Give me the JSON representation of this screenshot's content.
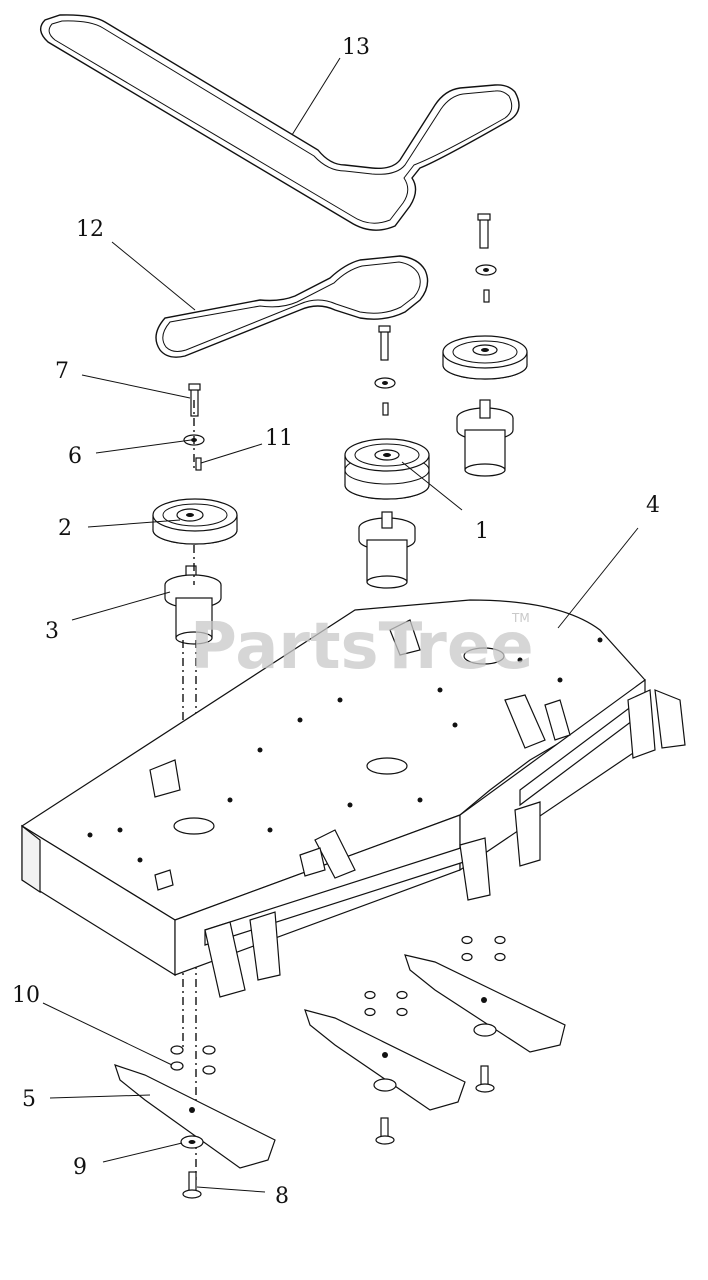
{
  "watermark": {
    "text": "PartsTree",
    "trademark": "TM"
  },
  "callouts": [
    {
      "id": "13",
      "label": "13"
    },
    {
      "id": "12",
      "label": "12"
    },
    {
      "id": "7",
      "label": "7"
    },
    {
      "id": "6",
      "label": "6"
    },
    {
      "id": "11",
      "label": "11"
    },
    {
      "id": "2",
      "label": "2"
    },
    {
      "id": "1",
      "label": "1"
    },
    {
      "id": "4",
      "label": "4"
    },
    {
      "id": "3",
      "label": "3"
    },
    {
      "id": "10",
      "label": "10"
    },
    {
      "id": "5",
      "label": "5"
    },
    {
      "id": "9",
      "label": "9"
    },
    {
      "id": "8",
      "label": "8"
    }
  ]
}
